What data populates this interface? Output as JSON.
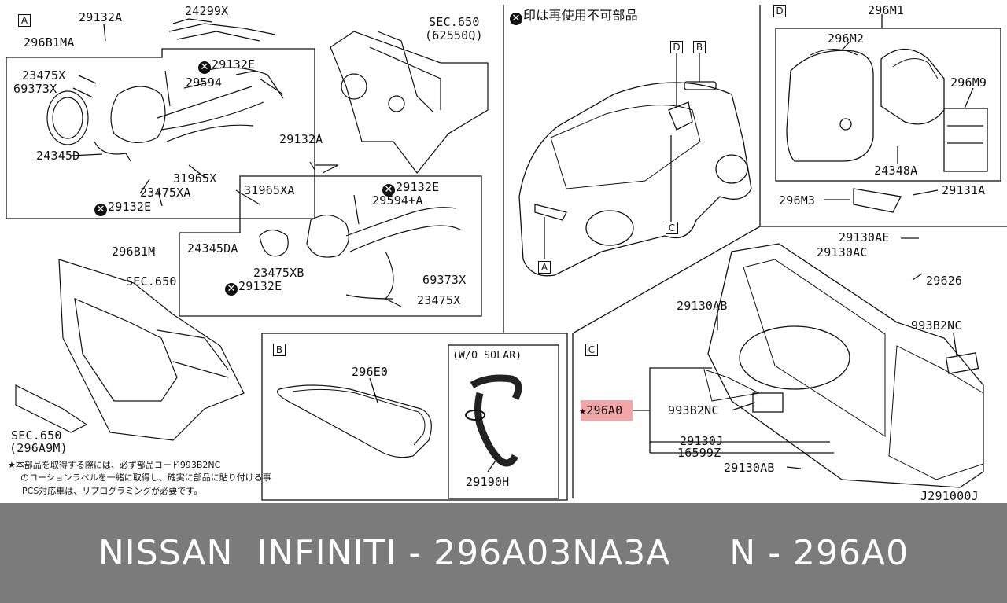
{
  "legend_note": "印は再使用不可部品",
  "drawing_code": "J291000J",
  "section_markers": {
    "a": "A",
    "b": "B",
    "c": "C",
    "d": "D"
  },
  "sec_refs": {
    "sec650_top": "SEC.650",
    "sec650_top_sub": "(62550Q)",
    "sec650_mid": "SEC.650",
    "sec650_bottom": "SEC.650",
    "sec650_bottom_sub": "(296A9M)"
  },
  "parts": {
    "p29132A_1": "29132A",
    "p24299X": "24299X",
    "p296B1MA": "296B1MA",
    "p23475X_1": "23475X",
    "p69373X_1": "69373X",
    "p29132E_1": "29132E",
    "p29594": "29594",
    "p24345D": "24345D",
    "p31965X": "31965X",
    "p23475XA": "23475XA",
    "p29132E_2": "29132E",
    "p29132A_2": "29132A",
    "p31965XA": "31965XA",
    "p29132E_3": "29132E",
    "p29594A": "29594+A",
    "p296B1M": "296B1M",
    "p24345DA": "24345DA",
    "p23475XB": "23475XB",
    "p29132E_4": "29132E",
    "p69373X_2": "69373X",
    "p23475X_2": "23475X",
    "p296E0": "296E0",
    "p29190H": "29190H",
    "wo_solar": "(W/O SOLAR)",
    "p296M1": "296M1",
    "p296M2": "296M2",
    "p296M9": "296M9",
    "p24348A": "24348A",
    "p296M3": "296M3",
    "p29131A": "29131A",
    "p29130AE": "29130AE",
    "p29130AC": "29130AC",
    "p29626": "29626",
    "p29130AB_1": "29130AB",
    "p993B2NC_1": "993B2NC",
    "p296A0": "296A0",
    "p993B2NC_2": "993B2NC",
    "p29130J": "29130J",
    "p16599Z": "16599Z",
    "p29130AB_2": "29130AB"
  },
  "footnote": {
    "line1": "本部品を取得する際には、必ず部品コード993B2NC",
    "line2": "のコーションラベルを一緒に取得し、確実に部品に貼り付ける事",
    "line3": "PCS対応車は、リプログラミングが必要です。"
  },
  "footer_text": "NISSAN  INFINITI - 296A03NA3A     N - 296A0"
}
